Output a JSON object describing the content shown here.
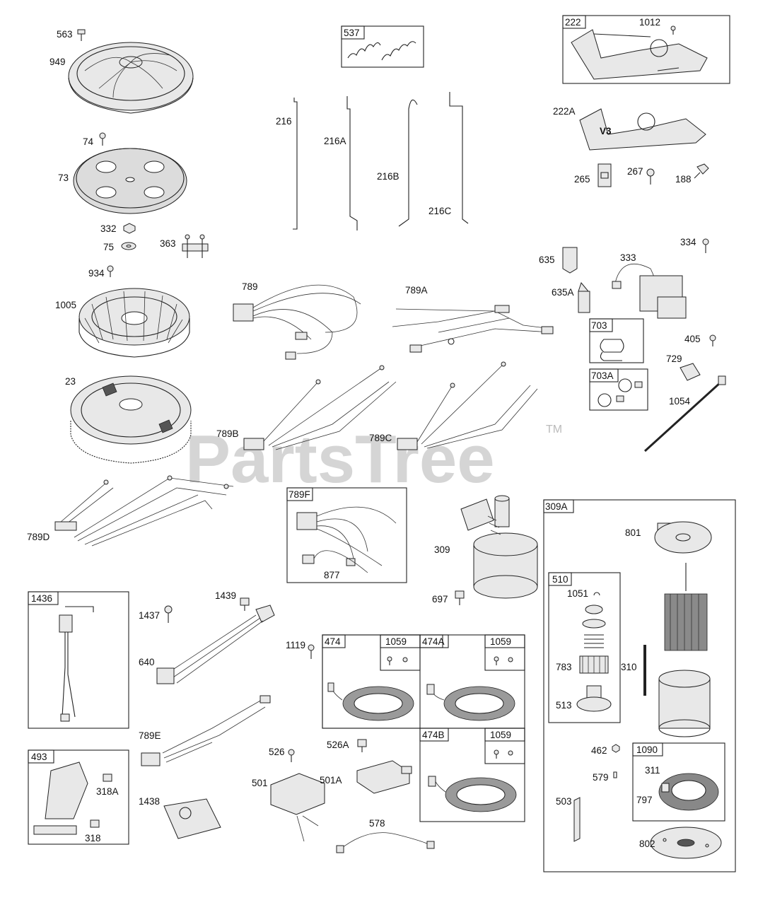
{
  "watermark": {
    "text": "PartsTree",
    "tm": "TM"
  },
  "labels": {
    "563": "563",
    "949": "949",
    "74": "74",
    "73": "73",
    "332": "332",
    "75": "75",
    "363": "363",
    "934": "934",
    "1005": "1005",
    "23": "23",
    "216": "216",
    "216A": "216A",
    "216B": "216B",
    "216C": "216C",
    "789": "789",
    "789A": "789A",
    "789B": "789B",
    "789C": "789C",
    "789D": "789D",
    "789E": "789E",
    "1012": "1012",
    "222A": "222A",
    "265": "265",
    "267": "267",
    "188": "188",
    "635": "635",
    "635A": "635A",
    "333": "333",
    "334": "334",
    "405": "405",
    "729": "729",
    "1054": "1054",
    "309": "309",
    "697": "697",
    "877": "877",
    "801": "801",
    "1051": "1051",
    "783": "783",
    "310": "310",
    "513": "513",
    "462": "462",
    "579": "579",
    "503": "503",
    "311": "311",
    "797": "797",
    "802": "802",
    "1437": "1437",
    "1439": "1439",
    "640": "640",
    "1119": "1119",
    "318A": "318A",
    "318": "318",
    "1438": "1438",
    "526": "526",
    "526A": "526A",
    "501": "501",
    "501A": "501A",
    "578": "578",
    "v3": "V3"
  },
  "boxes": {
    "537": "537",
    "222": "222",
    "703": "703",
    "703A": "703A",
    "789F": "789F",
    "309A": "309A",
    "510": "510",
    "1090": "1090",
    "1436": "1436",
    "493": "493",
    "474": "474",
    "474A": "474A",
    "474B": "474B",
    "1059a": "1059",
    "1059b": "1059",
    "1059c": "1059"
  }
}
